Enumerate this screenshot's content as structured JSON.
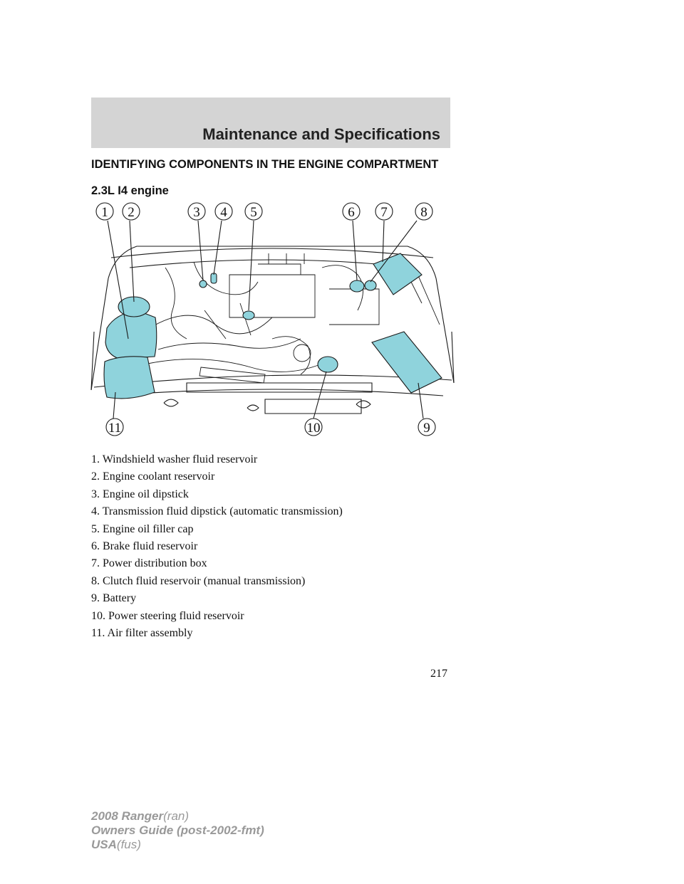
{
  "header": {
    "title": "Maintenance and Specifications"
  },
  "section": {
    "heading": "IDENTIFYING COMPONENTS IN THE ENGINE COMPARTMENT",
    "subheading": "2.3L I4 engine"
  },
  "figure": {
    "callouts": [
      "1",
      "2",
      "3",
      "4",
      "5",
      "6",
      "7",
      "8",
      "9",
      "10",
      "11"
    ],
    "highlight_color": "#8fd3dc",
    "line_color": "#1a1a1a"
  },
  "legend": [
    "1. Windshield washer fluid reservoir",
    "2. Engine coolant reservoir",
    "3. Engine oil dipstick",
    "4. Transmission fluid dipstick (automatic transmission)",
    "5. Engine oil filler cap",
    "6. Brake fluid reservoir",
    "7. Power distribution box",
    "8. Clutch fluid reservoir (manual transmission)",
    "9. Battery",
    "10. Power steering fluid reservoir",
    "11. Air filter assembly"
  ],
  "page_number": "217",
  "footer": {
    "line1_strong": "2008 Ranger",
    "line1_light": "(ran)",
    "line2_strong": "Owners Guide (post-2002-fmt)",
    "line3_strong": "USA",
    "line3_light": "(fus)"
  }
}
